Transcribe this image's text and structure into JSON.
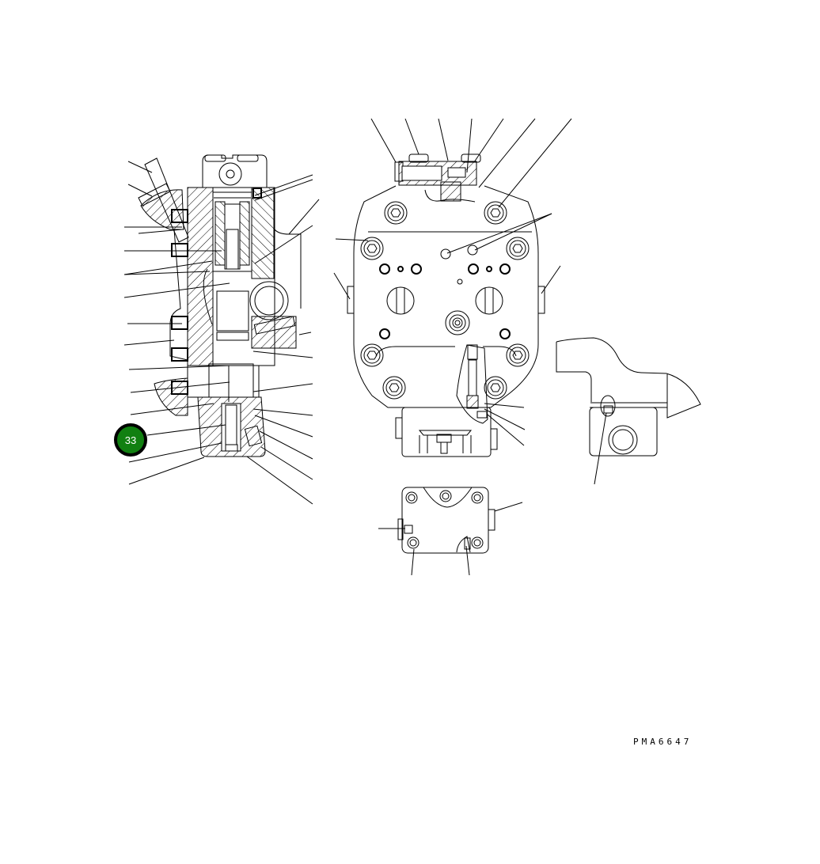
{
  "diagram": {
    "type": "exploded-parts-view",
    "drawing_code": "PMA6647",
    "callout_badge": {
      "label": "33",
      "color": "#118011",
      "border_color": "#000000"
    },
    "views": [
      {
        "name": "side-section-view"
      },
      {
        "name": "front-view"
      },
      {
        "name": "end-view"
      },
      {
        "name": "bottom-view"
      }
    ]
  }
}
